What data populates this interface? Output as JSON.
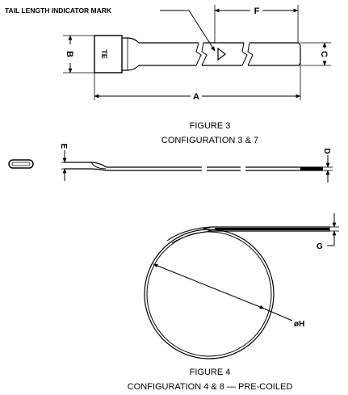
{
  "callout": {
    "tail_mark": "TAIL LENGTH INDICATOR MARK"
  },
  "dimensions": {
    "a": "A",
    "b": "B",
    "c": "C",
    "d": "D",
    "e": "E",
    "f": "F",
    "g": "G",
    "h": "øH"
  },
  "head_mark": "TE",
  "figure3": {
    "title": "FIGURE 3",
    "subtitle": "CONFIGURATION 3 & 7"
  },
  "figure4": {
    "title": "FIGURE 4",
    "subtitle": "CONFIGURATION 4 & 8 — PRE-COILED"
  }
}
